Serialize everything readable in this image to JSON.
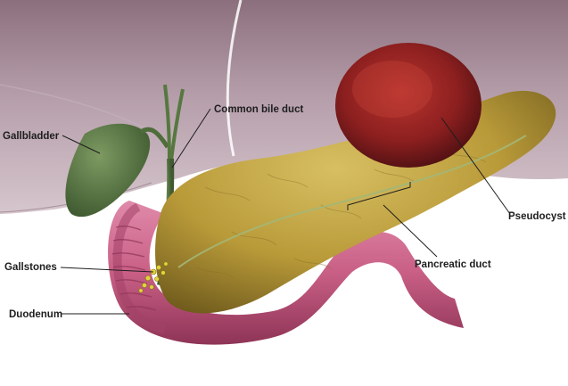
{
  "labels": {
    "gallbladder": "Gallbladder",
    "common_bile_duct": "Common bile duct",
    "gallstones": "Gallstones",
    "duodenum": "Duodenum",
    "pseudocyst": "Pseudocyst",
    "pancreatic_duct": "Pancreatic duct"
  },
  "colors": {
    "liver": "#b8a2ac",
    "pancreas": "#b99a39",
    "pseudocyst": "#8c1f1f",
    "gallbladder": "#5d7a4a",
    "duodenum": "#c95f85",
    "gallstones": "#e2d43e",
    "bile_duct": "#3f7a3a"
  }
}
